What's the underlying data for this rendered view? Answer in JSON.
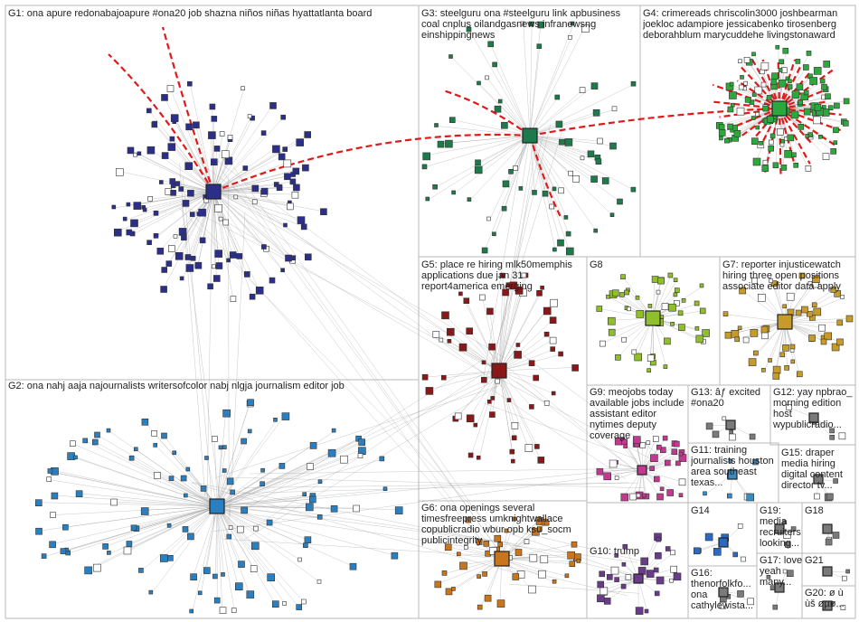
{
  "groups": [
    {
      "id": "g1",
      "label": "G1: ona apure redonabajoapure #ona20 job shazna niños niñas hyattatlanta board",
      "color": "#2b2f8a"
    },
    {
      "id": "g2",
      "label": "G2: ona nahj aaja najournalists writersofcolor nabj nlgja journalism editor job",
      "color": "#2a7fc1"
    },
    {
      "id": "g3",
      "label": "G3: steelguru ona #steelguru link apbusiness coal cnplus oilandgasnews infranewsng einshippingnews",
      "color": "#1d7a4a"
    },
    {
      "id": "g4",
      "label": "G4: crimereads chriscolin3000 joshbearman joekloc adampiore jessicabenko tirosenberg deborahblum marycuddehe livingstonaward",
      "color": "#2da83c"
    },
    {
      "id": "g5",
      "label": "G5: place re hiring mlk50memphis applications due jan 31 report4america emerging",
      "color": "#8a1818"
    },
    {
      "id": "g6",
      "label": "G6: ona openings several timesfreepress umknightwallace copublicradio wbur opb ksu_socm publicintegrity",
      "color": "#c8751c"
    },
    {
      "id": "g7",
      "label": "G7: reporter injusticewatch hiring three open positions associate editor data apply",
      "color": "#c79b2a"
    },
    {
      "id": "g8",
      "label": "G8",
      "color": "#8fbf2a"
    },
    {
      "id": "g9",
      "label": "G9: meojobs today available jobs include assistant editor nytimes deputy coverage",
      "color": "#c23a8f"
    },
    {
      "id": "g10",
      "label": "G10: trump",
      "color": "#6a3b8a"
    },
    {
      "id": "g11",
      "label": "G11: training journalists houston area southeast texas...",
      "color": "#3b8ac2"
    },
    {
      "id": "g12",
      "label": "G12: yay npbrao_ morning edition host wypublicradio...",
      "color": "#7a7a7a"
    },
    {
      "id": "g13",
      "label": "G13: âƒ excited #ona20",
      "color": "#7a7a7a"
    },
    {
      "id": "g14",
      "label": "G14",
      "color": "#2a6ac2"
    },
    {
      "id": "g15",
      "label": "G15: draper media hiring digital content director tv...",
      "color": "#7a7a7a"
    },
    {
      "id": "g16",
      "label": "G16: thenorfolkfo... ona cathylewista...",
      "color": "#7a7a7a"
    },
    {
      "id": "g17",
      "label": "G17: love yeah many...",
      "color": "#7a7a7a"
    },
    {
      "id": "g18",
      "label": "G18",
      "color": "#7a7a7a"
    },
    {
      "id": "g19",
      "label": "G19: media recruiters looking...",
      "color": "#7a7a7a"
    },
    {
      "id": "g20",
      "label": "G20: ø ù ùš øµø...",
      "color": "#7a7a7a"
    },
    {
      "id": "g21",
      "label": "G21",
      "color": "#7a7a7a"
    }
  ],
  "colors": {
    "edge": "#9a9a9a",
    "cross_group_edge": "#e01a1a",
    "panel_border": "#b9b9b9",
    "background": "#ffffff"
  }
}
